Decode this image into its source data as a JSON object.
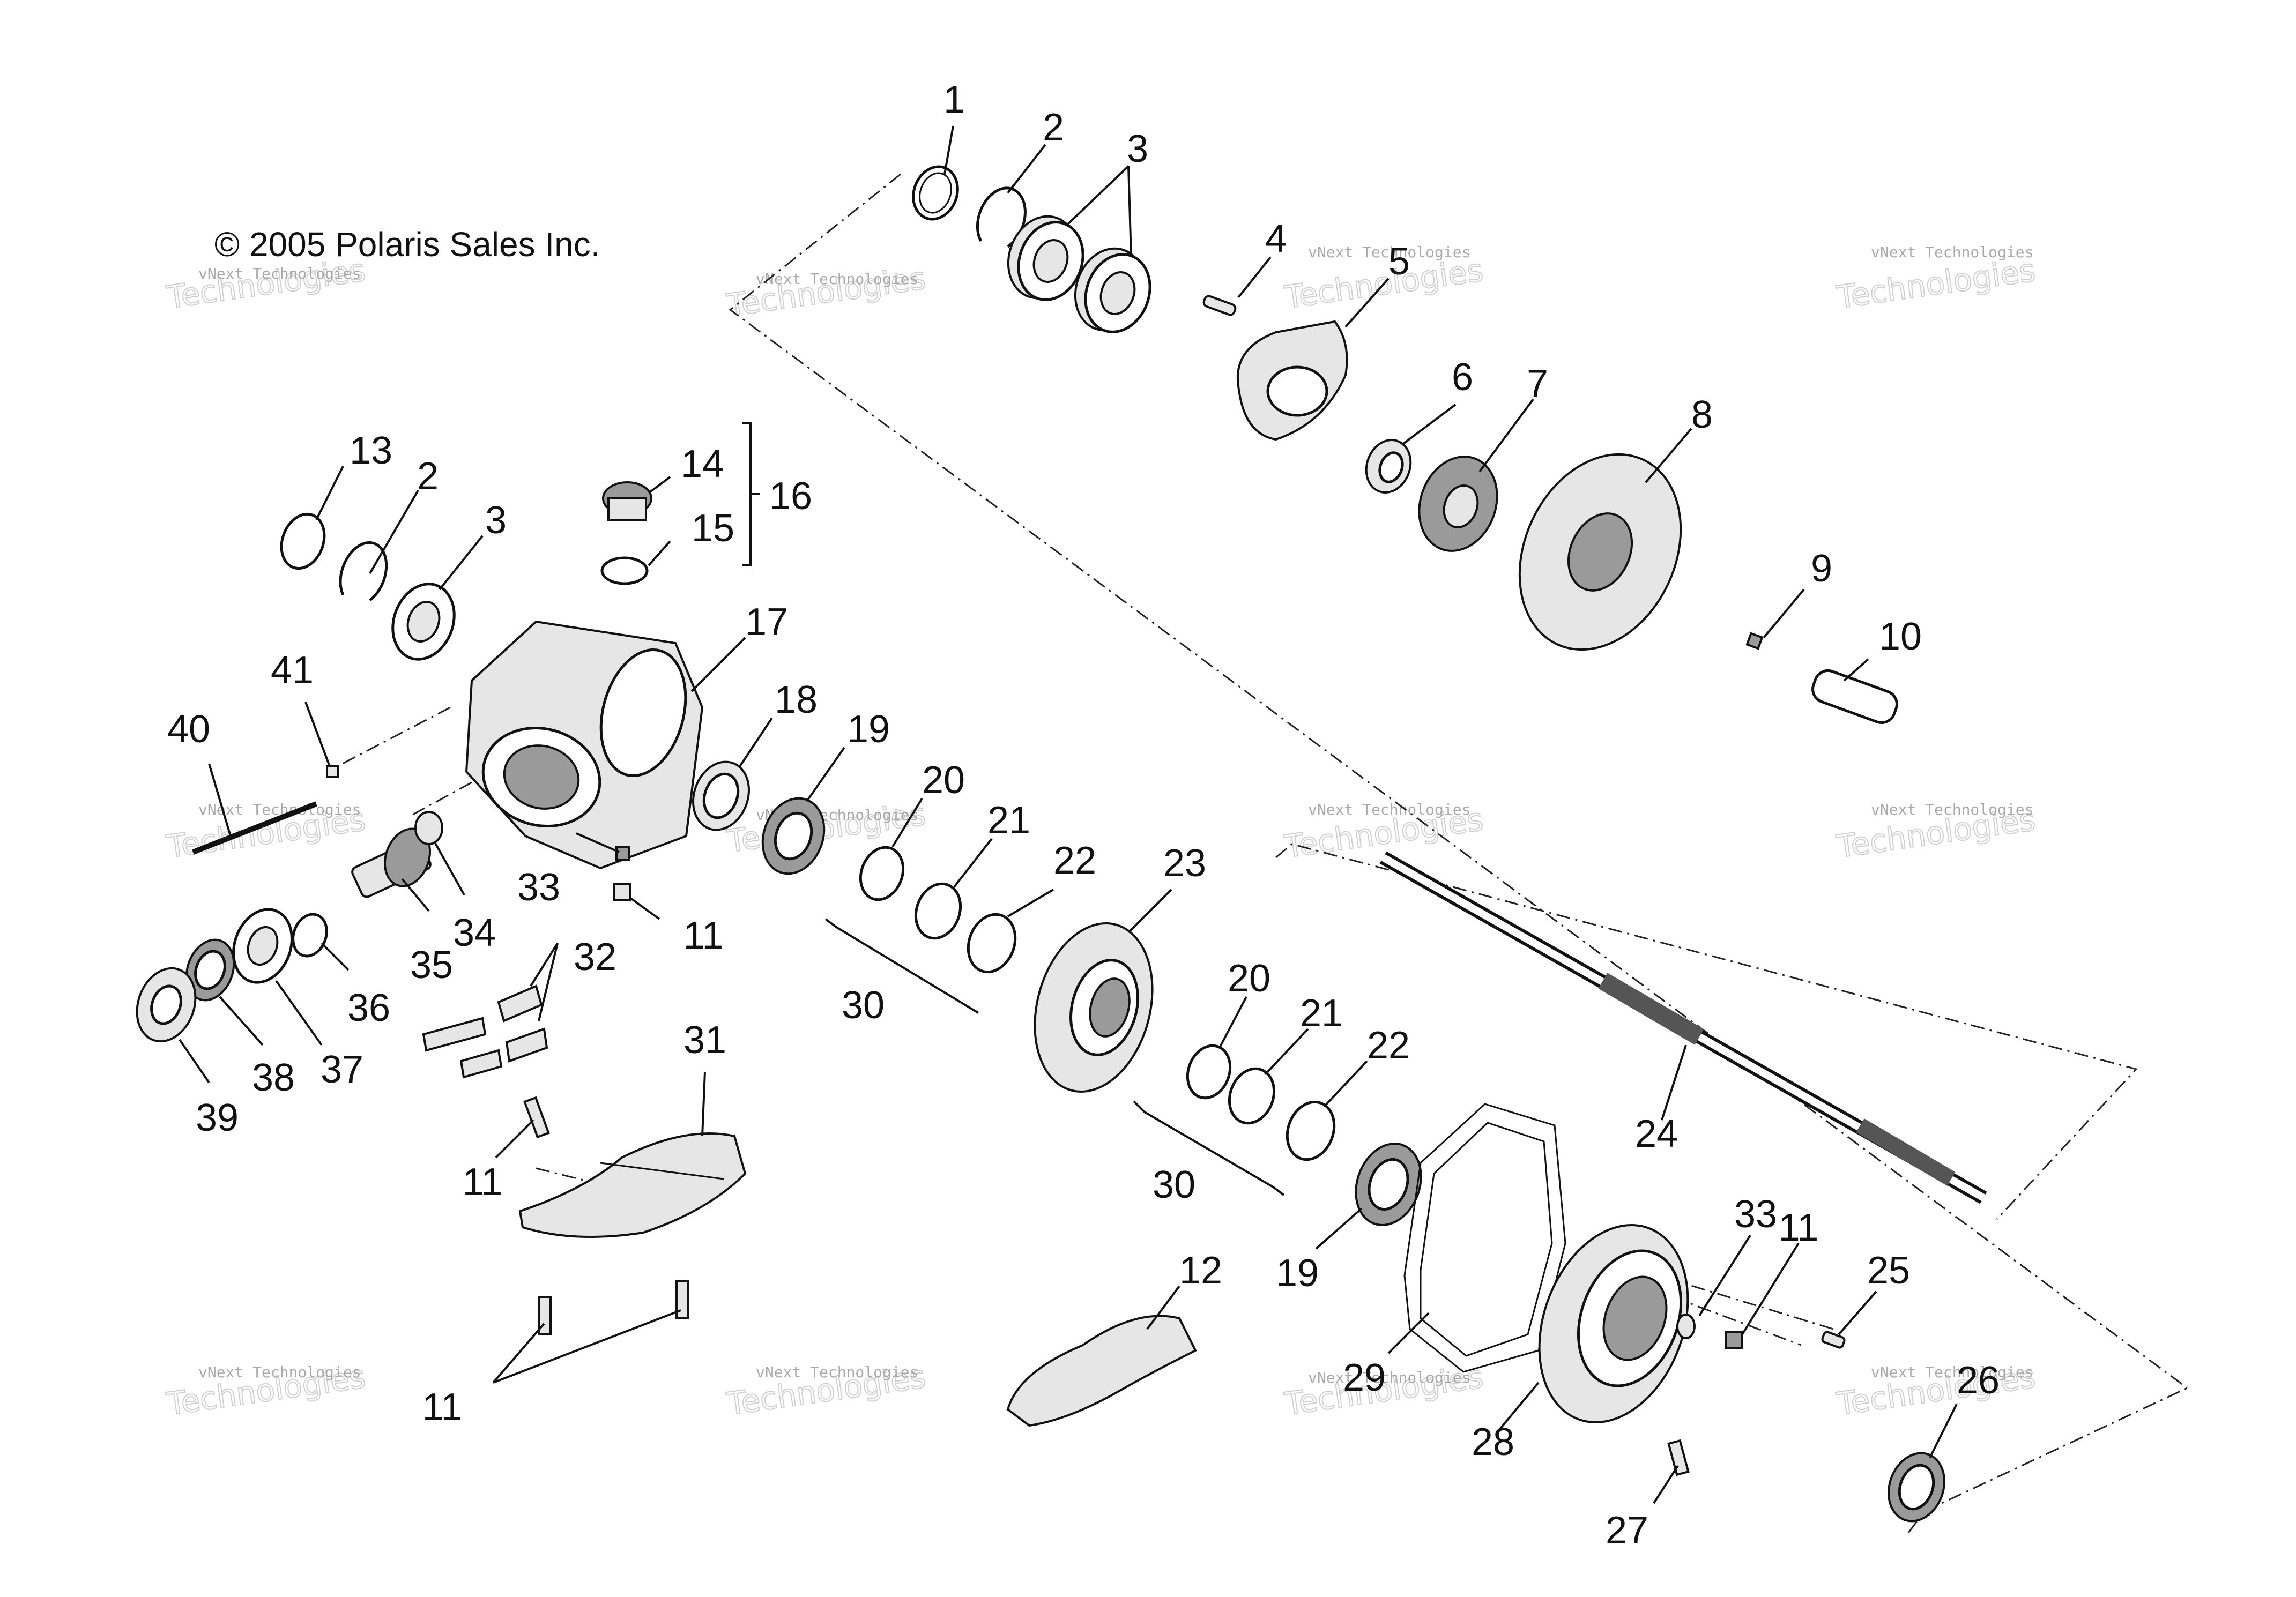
{
  "copyright": "© 2005 Polaris Sales Inc.",
  "watermark": {
    "line1": "vNext Technologies",
    "line2": "Technologies"
  },
  "callouts": [
    "1",
    "2",
    "3",
    "4",
    "5",
    "6",
    "7",
    "8",
    "9",
    "10",
    "11",
    "12",
    "13",
    "14",
    "15",
    "16",
    "17",
    "18",
    "19",
    "20",
    "21",
    "22",
    "23",
    "24",
    "25",
    "26",
    "27",
    "28",
    "29",
    "30",
    "31",
    "32",
    "33",
    "34",
    "35",
    "36",
    "37",
    "38",
    "39",
    "40",
    "41"
  ],
  "repeat_labels": {
    "two": "2",
    "three": "3",
    "eleven": "11",
    "nineteen": "19",
    "twenty": "20",
    "twentyone": "21",
    "twentytwo": "22",
    "thirty": "30",
    "thirtythree": "33"
  }
}
